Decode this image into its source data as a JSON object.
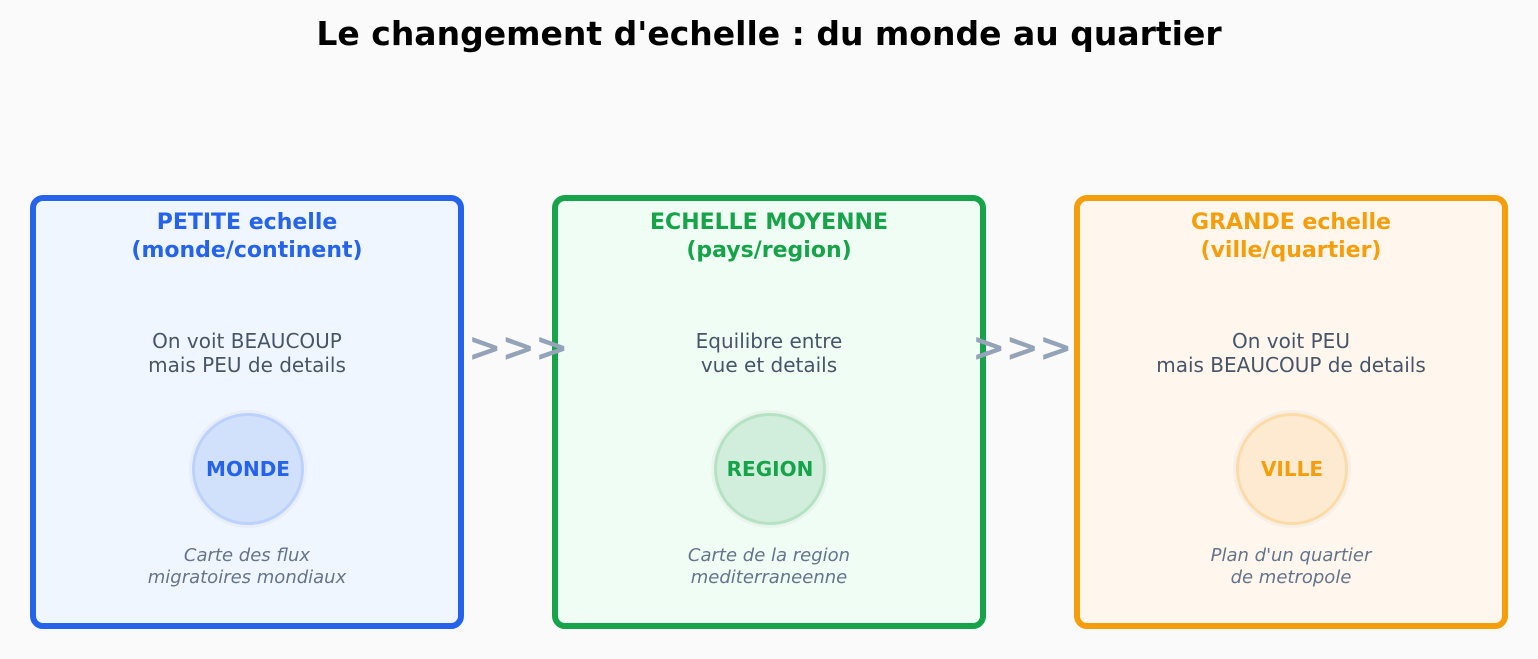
{
  "title": "Le changement d'echelle : du monde au quartier",
  "arrow_label": ">>>",
  "panels": [
    {
      "head": [
        "PETITE echelle",
        "(monde/continent)"
      ],
      "body": [
        "On voit BEAUCOUP",
        "mais PEU de details"
      ],
      "badge": "MONDE",
      "caption": [
        "Carte des flux",
        "migratoires mondiaux"
      ],
      "color": "#2563eb",
      "bg": "#eff6ff",
      "circle_fill": "#d1e0fb",
      "circle_border": "#bcd2fb"
    },
    {
      "head": [
        "ECHELLE MOYENNE",
        "(pays/region)"
      ],
      "body": [
        "Equilibre entre",
        "vue et details"
      ],
      "badge": "REGION",
      "caption": [
        "Carte de la region",
        "mediterraneenne"
      ],
      "color": "#16a34a",
      "bg": "#f0fdf4",
      "circle_fill": "#d1eedc",
      "circle_border": "#b6e2c4"
    },
    {
      "head": [
        "GRANDE echelle",
        "(ville/quartier)"
      ],
      "body": [
        "On voit PEU",
        "mais BEAUCOUP de details"
      ],
      "badge": "VILLE",
      "caption": [
        "Plan d'un quartier",
        "de metropole"
      ],
      "color": "#f59e0b",
      "bg": "#fff7ed",
      "circle_fill": "#feead0",
      "circle_border": "#fbdca8"
    }
  ]
}
